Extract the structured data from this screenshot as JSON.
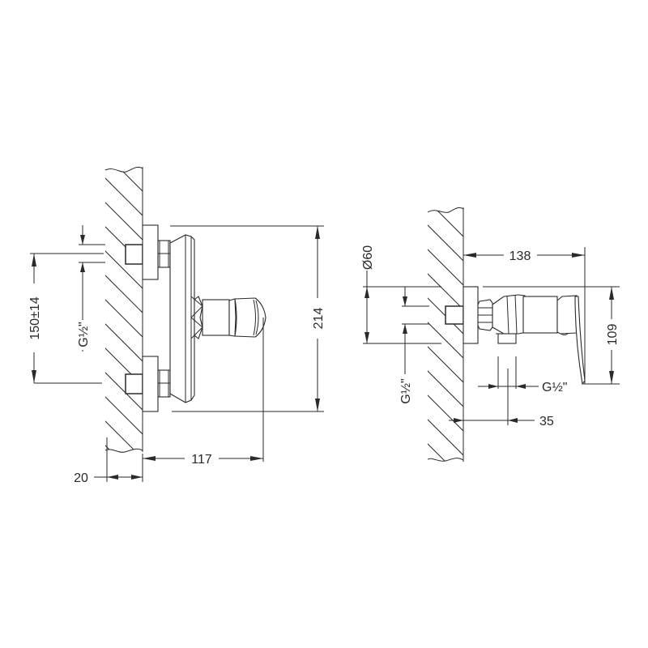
{
  "drawing": {
    "title": "Single-lever wall-mounted mixer dimension drawing",
    "line_color": "#2a2a2a",
    "background": "#ffffff"
  },
  "front_view": {
    "dimensions": {
      "overall_height": "214",
      "inlet_spacing": "150±14",
      "inlet_thread": "G½\"",
      "projection": "117",
      "wall_offset": "20"
    }
  },
  "side_view": {
    "dimensions": {
      "flange_diameter": "Ø60",
      "inlet_thread": "G½\"",
      "overall_depth": "138",
      "overall_height": "109",
      "outlet_thread": "G½\"",
      "outlet_offset": "35"
    }
  }
}
